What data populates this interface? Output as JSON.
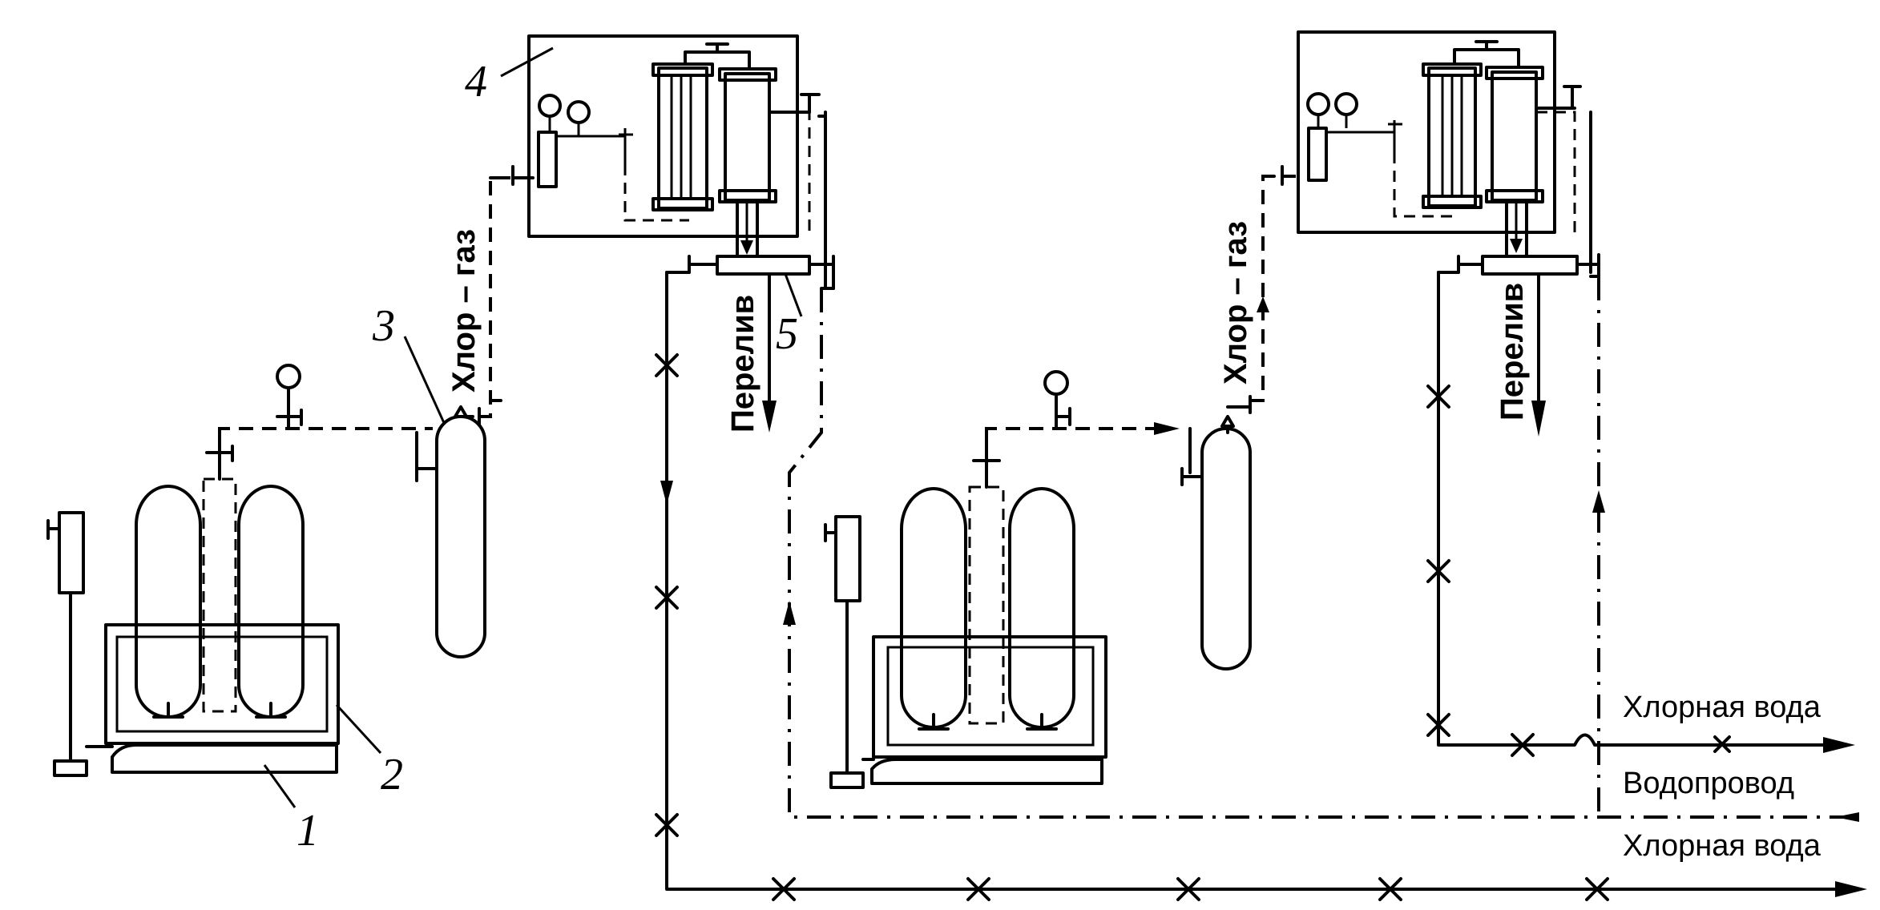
{
  "labels": {
    "num_1": "1",
    "num_2": "2",
    "num_3": "3",
    "num_4": "4",
    "num_5": "5",
    "chlorine_gas": "Хлор – газ",
    "overflow": "Перелив",
    "chlorine_water": "Хлорная вода",
    "water_supply": "Водопровод"
  }
}
